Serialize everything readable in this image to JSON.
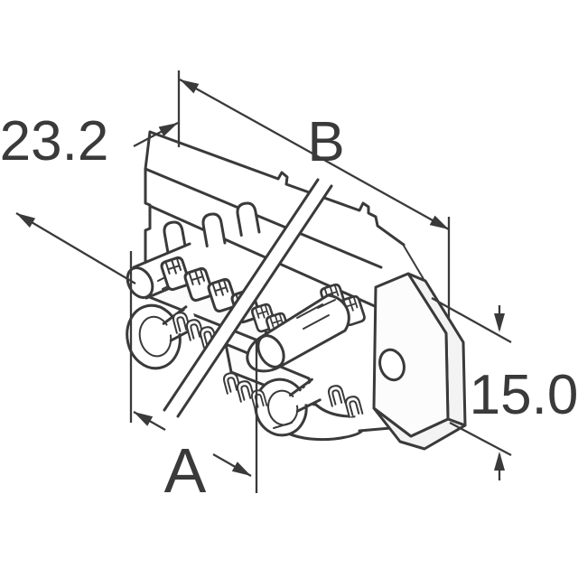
{
  "figure": {
    "type": "isometric technical line drawing",
    "subject": "multi-coax rectangular connector with mounting flange",
    "background_color": "#ffffff",
    "line_color": "#3a3a3a"
  },
  "dimensions": {
    "width": {
      "label": "23.2"
    },
    "length": {
      "label": "B"
    },
    "pitch": {
      "label": "A"
    },
    "height": {
      "label": "15.0"
    }
  }
}
